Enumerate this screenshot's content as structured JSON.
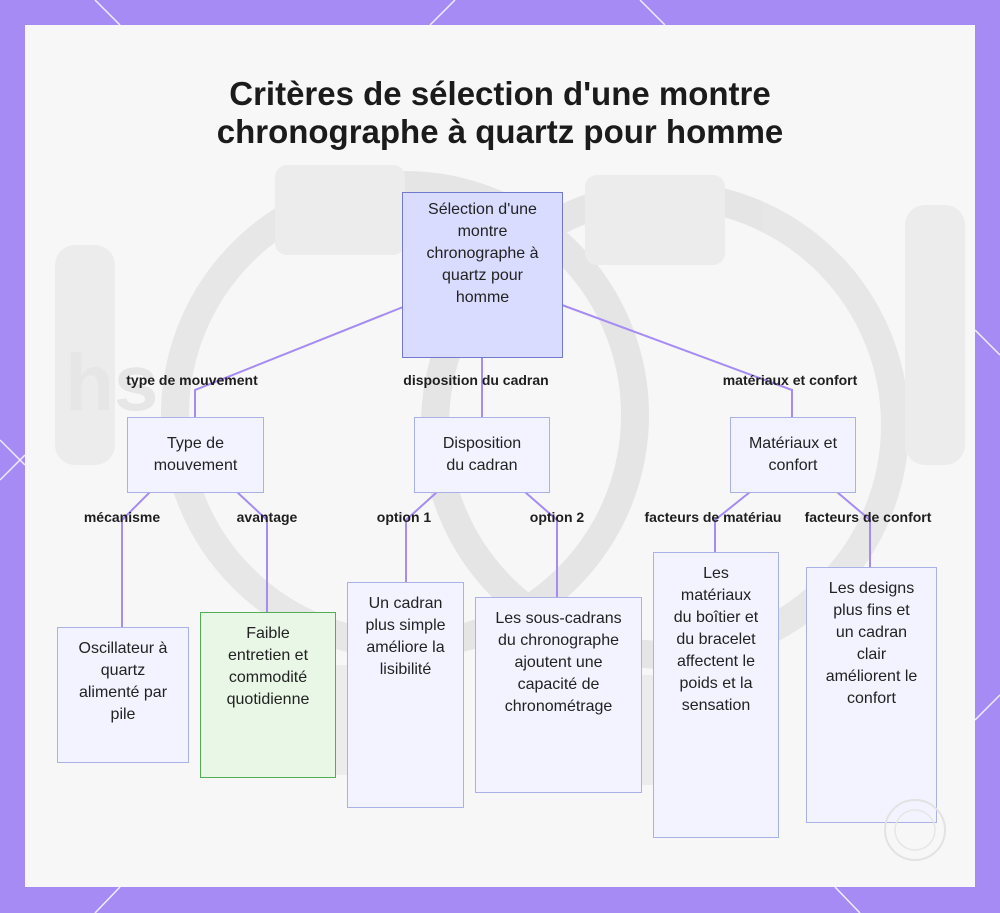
{
  "title": {
    "line1": "Critères de sélection d'une montre",
    "line2": "chronographe à quartz pour homme"
  },
  "nodes": {
    "root": "Sélection d'une montre chronographe à quartz pour homme",
    "movement": "Type de mouvement",
    "dial": "Disposition du cadran",
    "materials": "Matériaux et confort",
    "oscillator": "Oscillateur à quartz alimenté par pile",
    "maintenance": "Faible entretien et commodité quotidienne",
    "simple_dial": "Un cadran plus simple améliore la lisibilité",
    "subdials": "Les sous-cadrans du chronographe ajoutent une capacité de chronométrage",
    "case_materials": "Les matériaux du boîtier et du bracelet affectent le poids et la sensation",
    "thin_designs": "Les designs plus fins et un cadran clair améliorent le confort"
  },
  "edge_labels": {
    "movement_type": "type de mouvement",
    "dial_layout": "disposition du cadran",
    "materials_comfort": "matériaux et confort",
    "mechanism": "mécanisme",
    "advantage": "avantage",
    "option1": "option 1",
    "option2": "option 2",
    "material_factors": "facteurs de matériau",
    "comfort_factors": "facteurs de confort"
  },
  "colors": {
    "frame": "#a58bf3",
    "root_fill": "#d9dcff",
    "node_fill": "#f2f3ff",
    "highlight_fill": "#e9f7e6",
    "highlight_border": "#53ad55",
    "connector": "#a58bf3"
  }
}
